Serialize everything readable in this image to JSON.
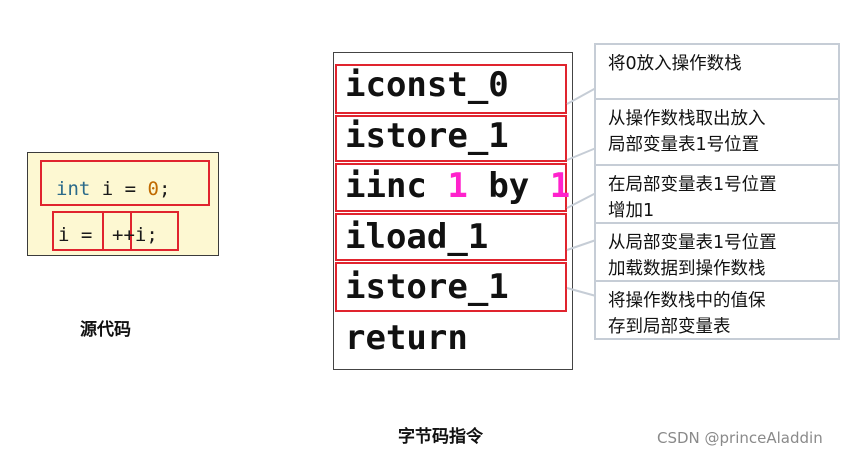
{
  "source_code": {
    "line1": {
      "keyword": "int",
      "rest": " i = ",
      "value": "0",
      "end": ";"
    },
    "line2": {
      "lhs": "i =",
      "rhs": "++i;"
    },
    "caption": "源代码"
  },
  "bytecode": {
    "instructions": [
      {
        "text": "iconst_0"
      },
      {
        "text": "istore_1"
      },
      {
        "op": "iinc ",
        "arg1": "1",
        "mid": " by ",
        "arg2": "1"
      },
      {
        "text": "iload_1"
      },
      {
        "text": "istore_1"
      },
      {
        "text": "return"
      }
    ],
    "caption": "字节码指令"
  },
  "notes": [
    "将0放入操作数栈",
    "从操作数栈取出放入\n局部变量表1号位置",
    "在局部变量表1号位置\n增加1",
    "从局部变量表1号位置\n加载数据到操作数栈",
    "将操作数栈中的值保\n存到局部变量表"
  ],
  "watermark": "CSDN @princeAladdin",
  "colors": {
    "highlight_border": "#e0242e",
    "note_border": "#c6cdd6",
    "code_bg": "#fdf8d2",
    "iinc_args": "#ff22cc"
  }
}
